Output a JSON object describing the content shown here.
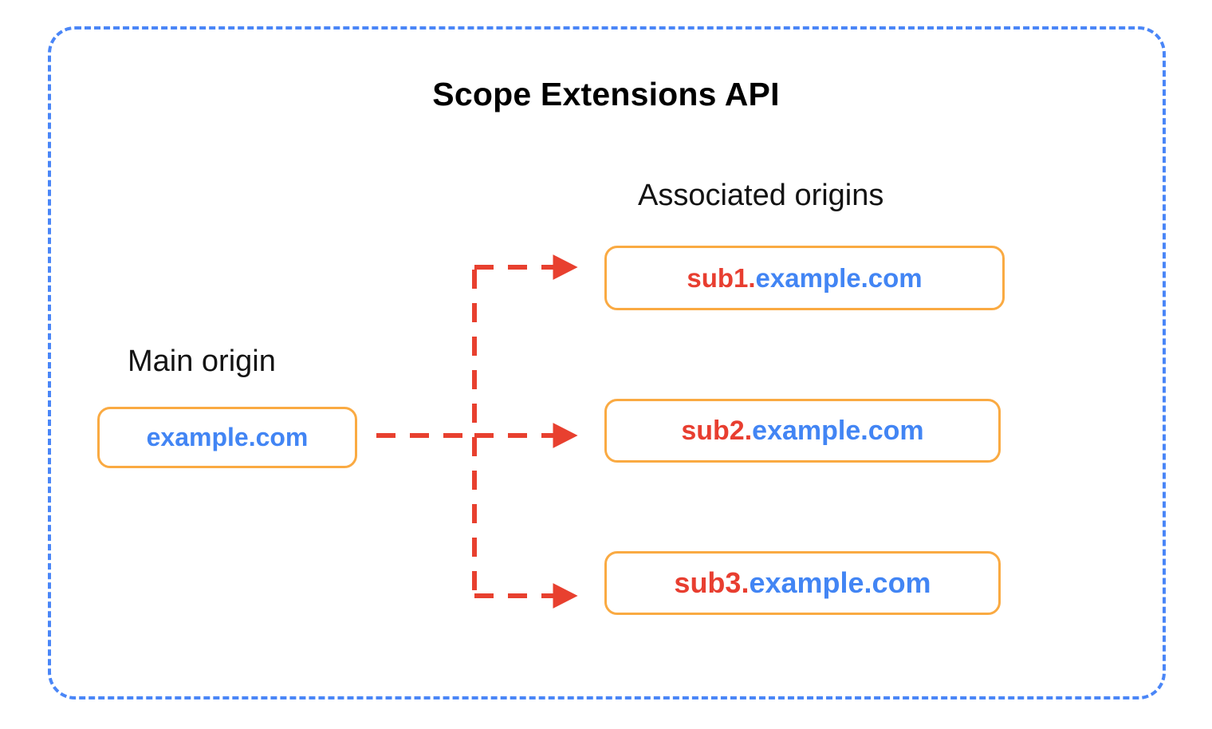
{
  "diagram": {
    "title": "Scope Extensions API",
    "frame": {
      "border_color": "#4A86F7",
      "style": "dashed"
    },
    "main_origin": {
      "label": "Main origin",
      "box": {
        "sub_part": "",
        "domain_part": "example.com",
        "border_color": "#FAAA42",
        "domain_color": "#4285F4"
      }
    },
    "associated_origins": {
      "label": "Associated origins",
      "boxes": [
        {
          "sub_part": "sub1.",
          "domain_part": "example.com",
          "border_color": "#FAAA42",
          "sub_color": "#E83E30",
          "domain_color": "#4285F4"
        },
        {
          "sub_part": "sub2.",
          "domain_part": "example.com",
          "border_color": "#FAAA42",
          "sub_color": "#E83E30",
          "domain_color": "#4285F4"
        },
        {
          "sub_part": "sub3.",
          "domain_part": "example.com",
          "border_color": "#FAAA42",
          "sub_color": "#E83E30",
          "domain_color": "#4285F4"
        }
      ]
    },
    "connectors": {
      "color": "#E8402F",
      "style": "dashed-arrow",
      "count": 3
    }
  }
}
